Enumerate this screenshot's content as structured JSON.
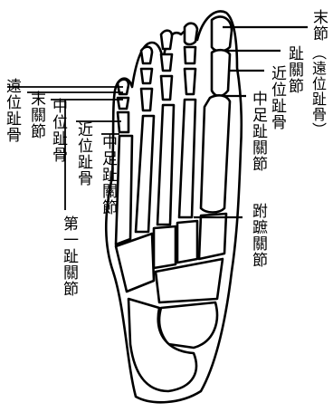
{
  "labels": {
    "distal_phalanx_upper": "末節",
    "distal_phalanx_paren": "（遠位趾骨）",
    "toe_joint": "趾關節",
    "proximal_phalanx": "近位趾骨",
    "metatarsal_right": "中足趾關節",
    "tarsometatarsal_joint": "跗蹠關節",
    "distal_left": "遠位趾骨",
    "distal_joint_left": "末關節",
    "middle_phalanx": "中位趾骨",
    "proximal_left": "近位趾骨",
    "mtp_joint_left": "中足趾關節",
    "first_toe_joint": "第一趾關節"
  },
  "colors": {
    "ink": "#000000",
    "paper": "#ffffff"
  }
}
